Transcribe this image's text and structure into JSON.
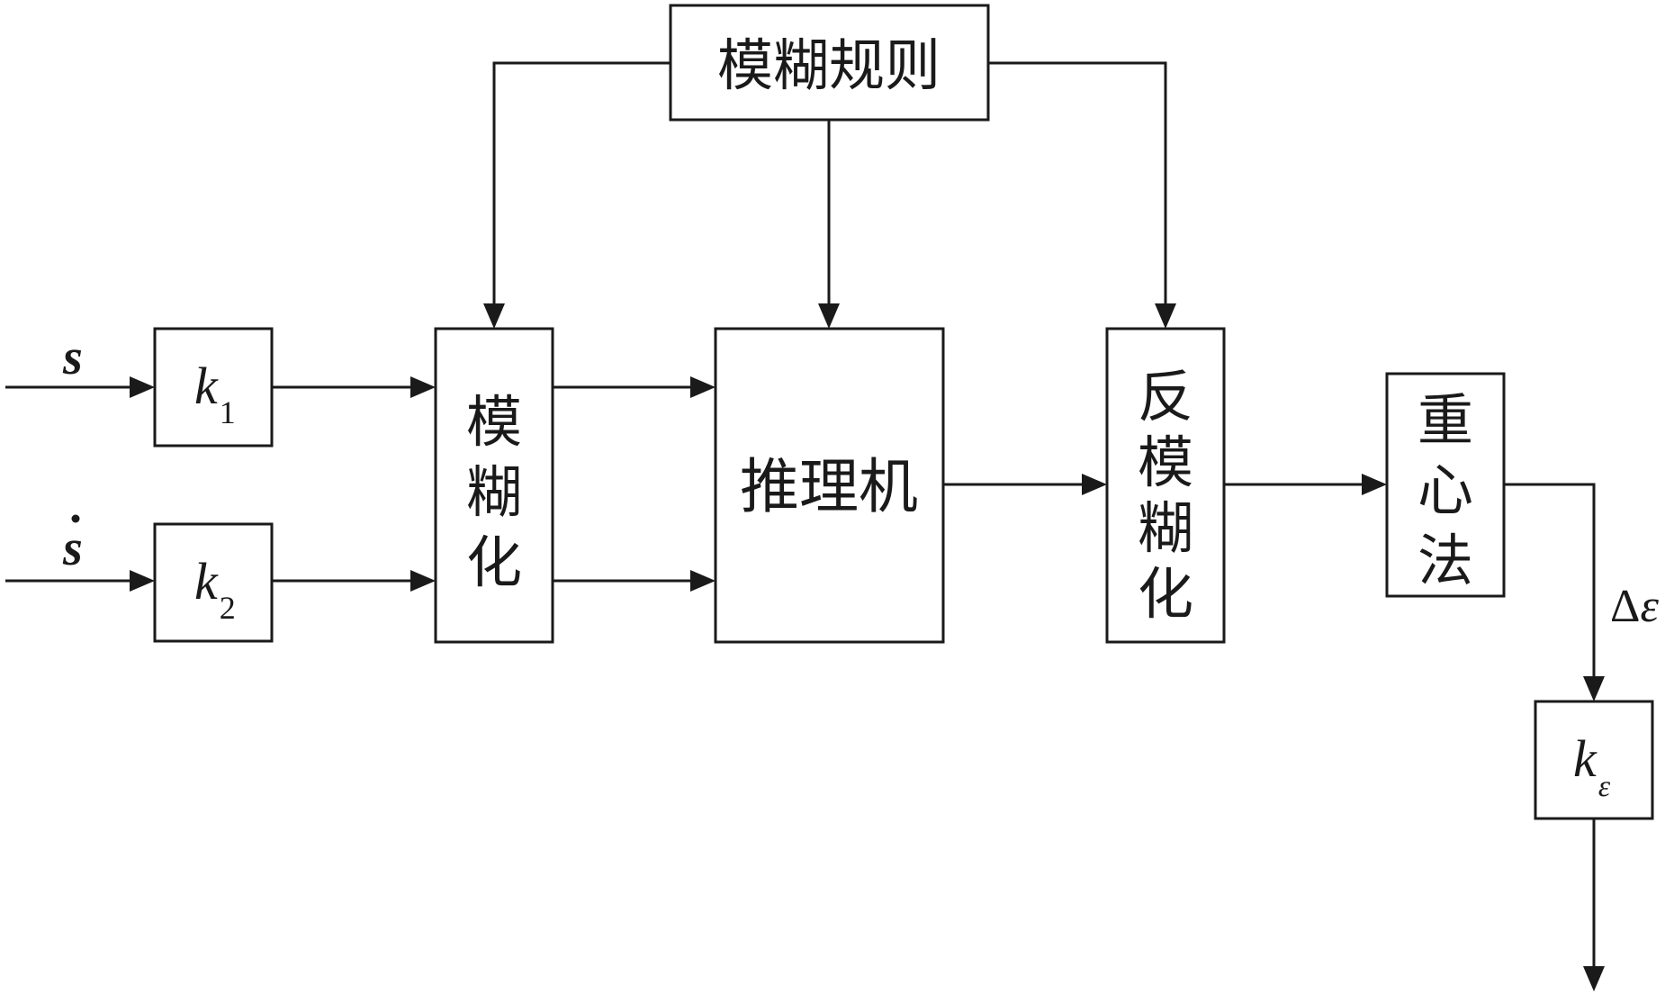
{
  "blocks": {
    "fuzzy_rules": "模糊规则",
    "gain_k1": {
      "base": "k",
      "sub": "1"
    },
    "gain_k2": {
      "base": "k",
      "sub": "2"
    },
    "fuzzification": [
      "模",
      "糊",
      "化"
    ],
    "inference_engine": "推理机",
    "defuzzification": [
      "反",
      "模",
      "糊",
      "化"
    ],
    "centroid_method": [
      "重",
      "心",
      "法"
    ],
    "gain_keps": {
      "base": "k",
      "sub": "ε"
    }
  },
  "signals": {
    "input_s": "s",
    "input_s_dot": "s",
    "output_label": {
      "delta": "Δ",
      "symbol": "ε"
    }
  }
}
